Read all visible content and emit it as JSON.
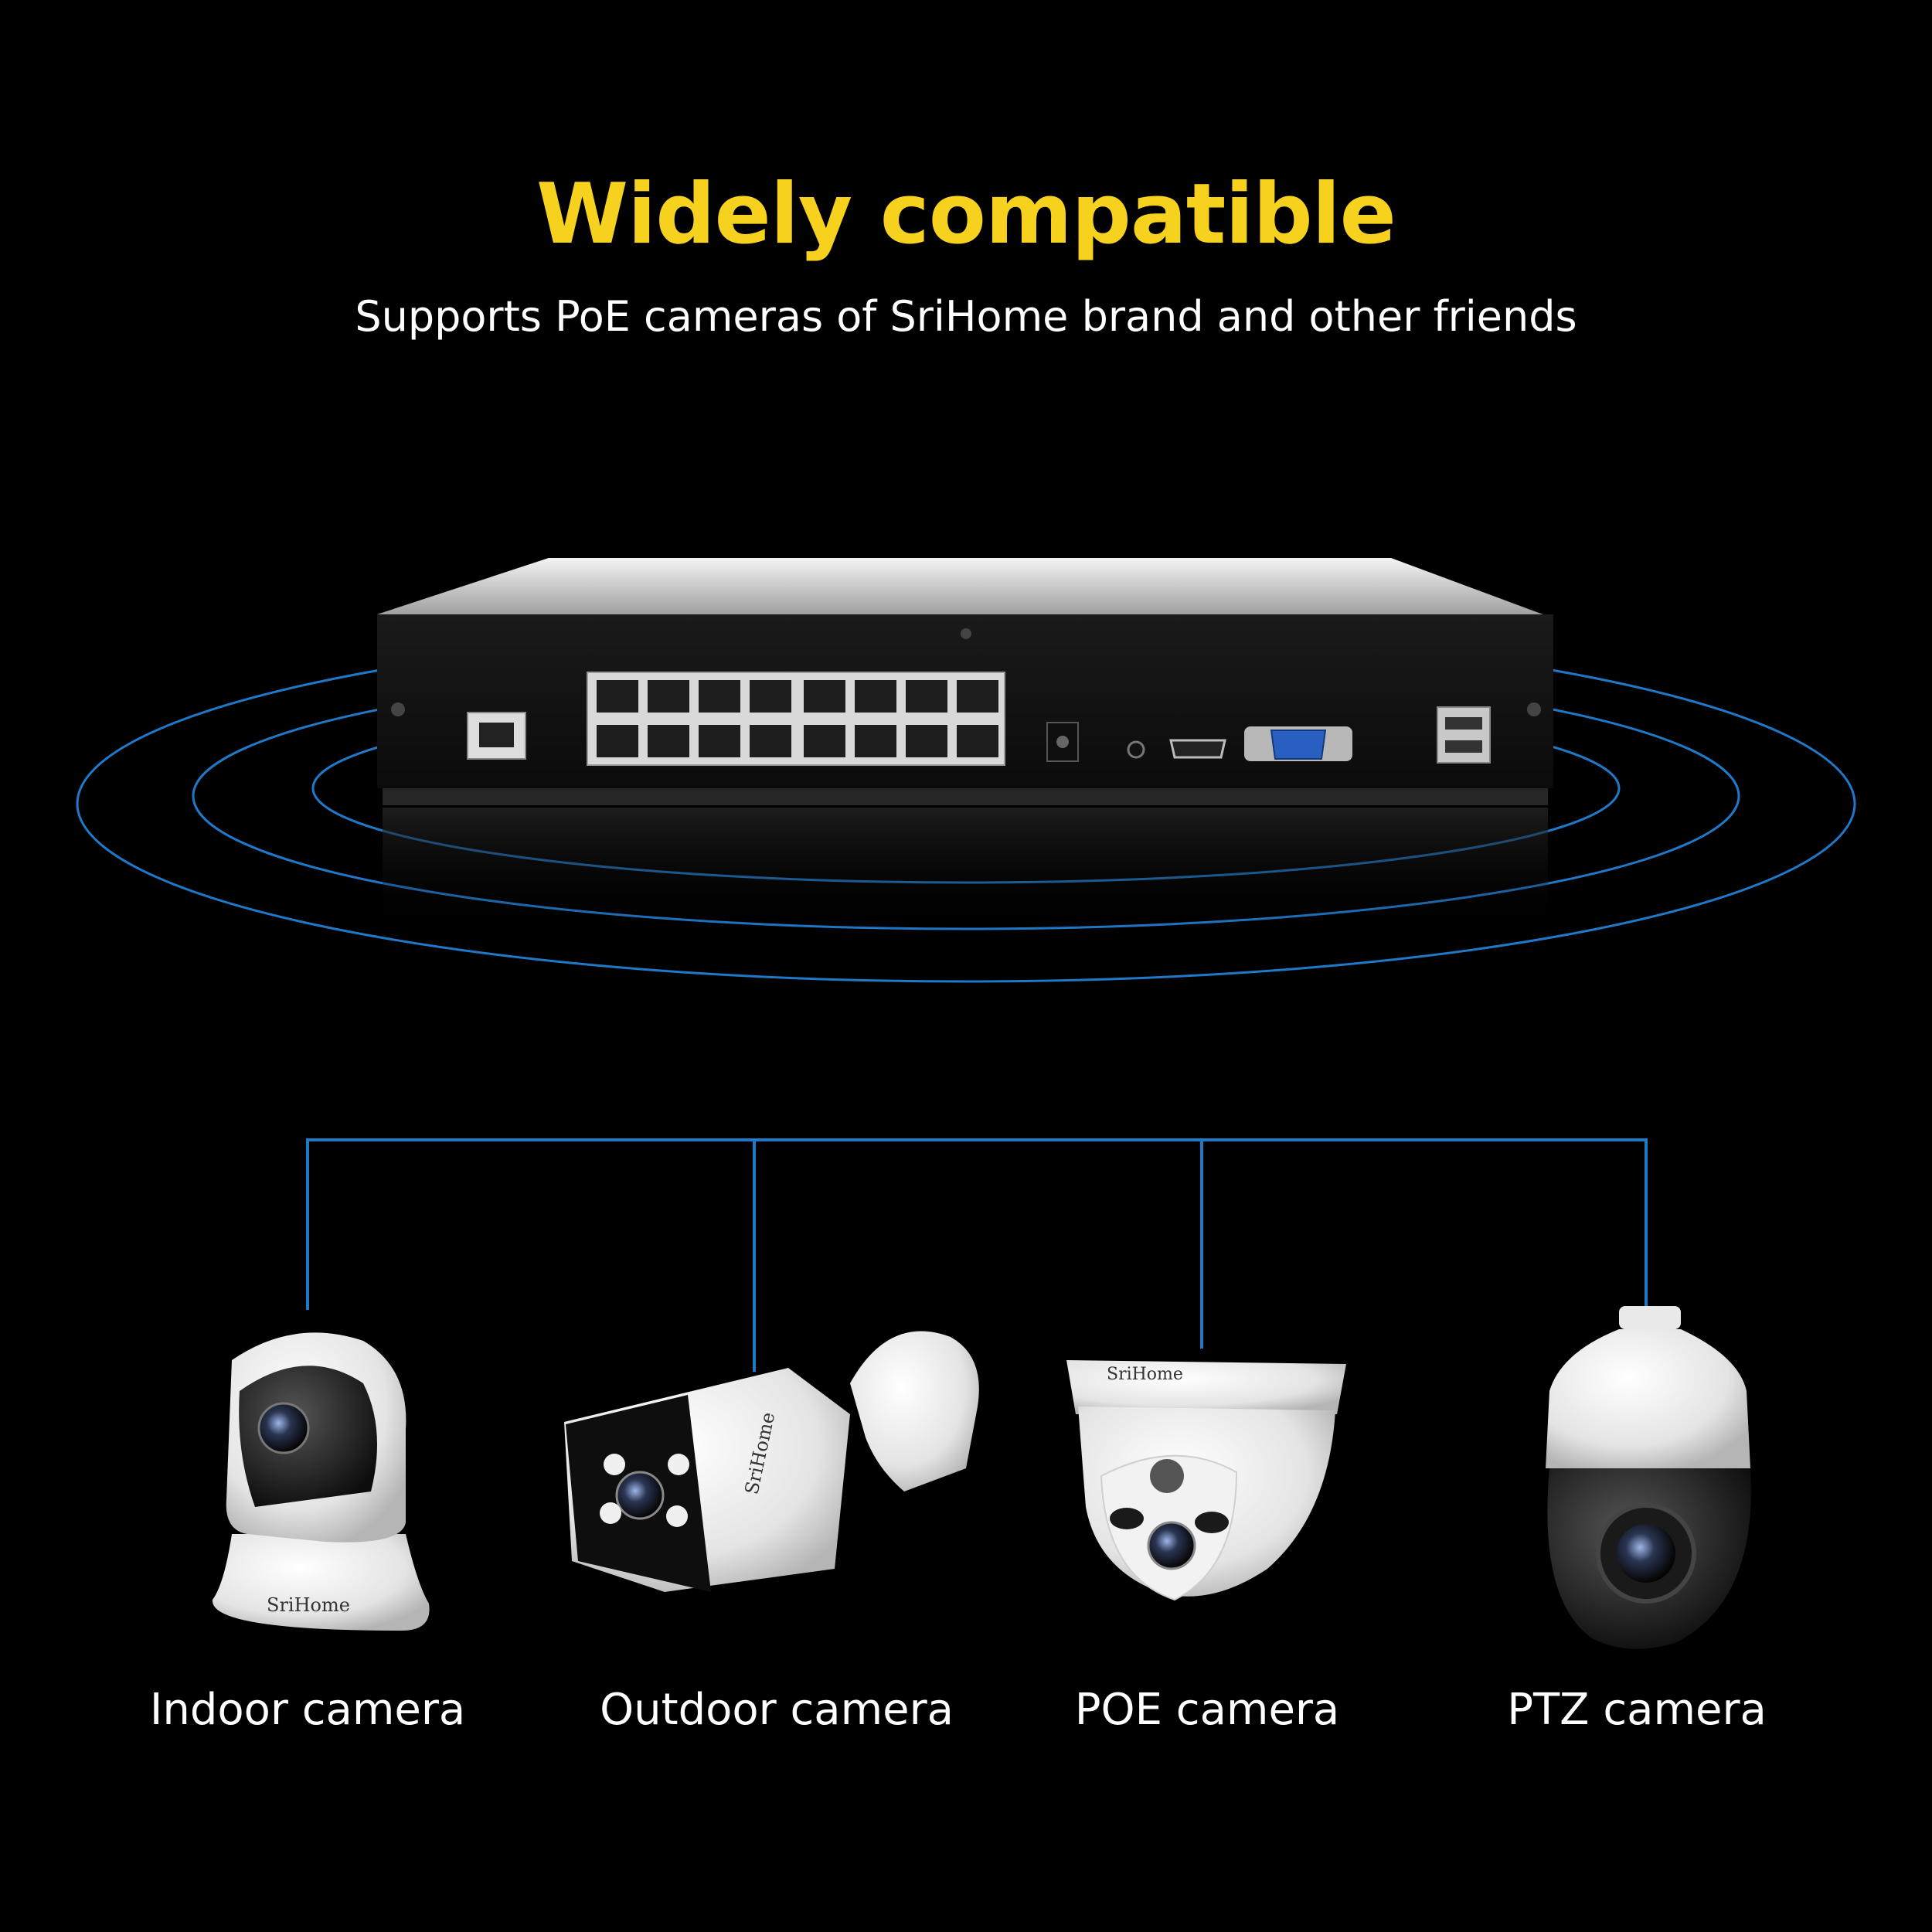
{
  "header": {
    "title": "Widely compatible",
    "subtitle": "Supports PoE cameras of SriHome brand and other friends"
  },
  "cameras": [
    {
      "label": "Indoor camera",
      "brand": "SriHome"
    },
    {
      "label": "Outdoor camera",
      "brand": "SriHome"
    },
    {
      "label": "POE camera",
      "brand": "SriHome"
    },
    {
      "label": "PTZ camera"
    }
  ],
  "colors": {
    "title": "#f6d21f",
    "text": "#ffffff",
    "line": "#1f78c8",
    "background": "#000000"
  }
}
